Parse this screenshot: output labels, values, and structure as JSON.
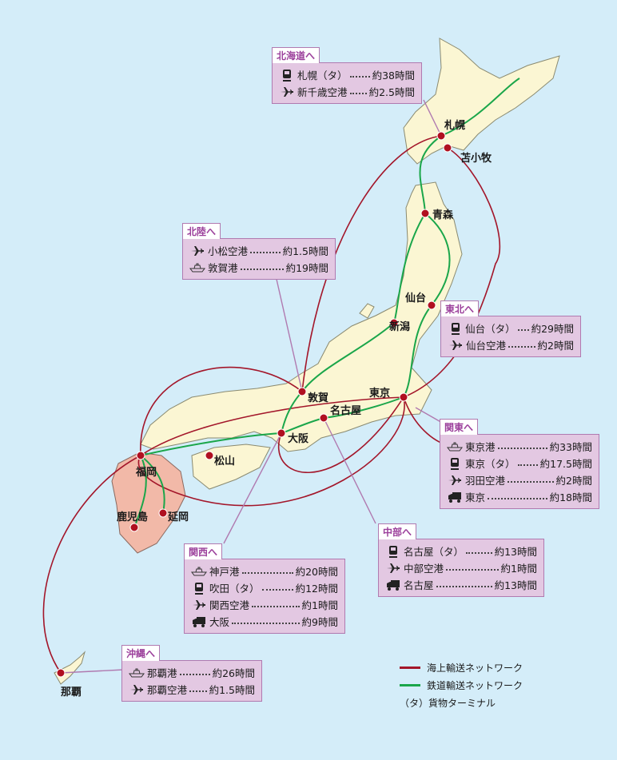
{
  "colors": {
    "sea": "#d4edf9",
    "land": "#fbf6d3",
    "kyushu": "#f2b9a8",
    "sea_route": "#a3162a",
    "rail_route": "#1aa64a",
    "box": "#e3c8e2",
    "box_border": "#b07ab0",
    "tab_text": "#9b3f9b"
  },
  "cities": {
    "sapporo": "札幌",
    "tomakomai": "苫小牧",
    "aomori": "青森",
    "sendai": "仙台",
    "niigata": "新潟",
    "tokyo": "東京",
    "nagoya": "名古屋",
    "tsuruga": "敦賀",
    "osaka": "大阪",
    "matsuyama": "松山",
    "fukuoka": "福岡",
    "kagoshima": "鹿児島",
    "nobeoka": "延岡",
    "naha": "那覇"
  },
  "boxes": {
    "hokkaido": {
      "title": "北海道へ",
      "items": [
        {
          "icon": "train",
          "name": "札幌（タ）",
          "time": "約38時間"
        },
        {
          "icon": "plane",
          "name": "新千歳空港",
          "time": "約2.5時間"
        }
      ]
    },
    "hokuriku": {
      "title": "北陸へ",
      "items": [
        {
          "icon": "plane",
          "name": "小松空港",
          "time": "約1.5時間"
        },
        {
          "icon": "ship",
          "name": "敦賀港",
          "time": "約19時間"
        }
      ]
    },
    "tohoku": {
      "title": "東北へ",
      "items": [
        {
          "icon": "train",
          "name": "仙台（タ）",
          "time": "約29時間"
        },
        {
          "icon": "plane",
          "name": "仙台空港",
          "time": "約2時間"
        }
      ]
    },
    "kanto": {
      "title": "関東へ",
      "items": [
        {
          "icon": "ship",
          "name": "東京港",
          "time": "約33時間"
        },
        {
          "icon": "train",
          "name": "東京（タ）",
          "time": "約17.5時間"
        },
        {
          "icon": "plane",
          "name": "羽田空港",
          "time": "約2時間"
        },
        {
          "icon": "truck",
          "name": "東京",
          "time": "約18時間"
        }
      ]
    },
    "chubu": {
      "title": "中部へ",
      "items": [
        {
          "icon": "train",
          "name": "名古屋（タ）",
          "time": "約13時間"
        },
        {
          "icon": "plane",
          "name": "中部空港",
          "time": "約1時間"
        },
        {
          "icon": "truck",
          "name": "名古屋",
          "time": "約13時間"
        }
      ]
    },
    "kansai": {
      "title": "関西へ",
      "items": [
        {
          "icon": "ship",
          "name": "神戸港",
          "time": "約20時間"
        },
        {
          "icon": "train",
          "name": "吹田（タ）",
          "time": "約12時間"
        },
        {
          "icon": "plane",
          "name": "関西空港",
          "time": "約1時間"
        },
        {
          "icon": "truck",
          "name": "大阪",
          "time": "約9時間"
        }
      ]
    },
    "okinawa": {
      "title": "沖縄へ",
      "items": [
        {
          "icon": "ship",
          "name": "那覇港",
          "time": "約26時間"
        },
        {
          "icon": "plane",
          "name": "那覇空港",
          "time": "約1.5時間"
        }
      ]
    }
  },
  "legend": {
    "sea": "海上輸送ネットワーク",
    "rail": "鉄道輸送ネットワーク",
    "terminal": "（タ）貨物ターミナル"
  }
}
